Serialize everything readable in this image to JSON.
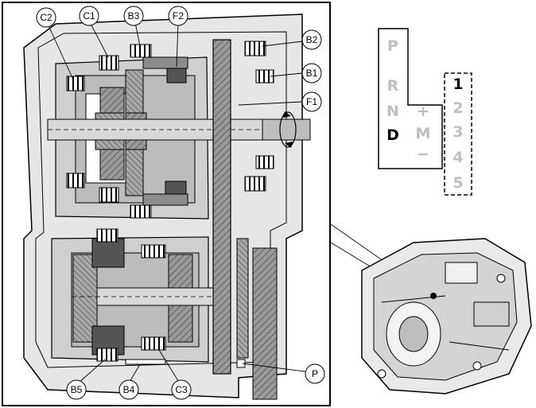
{
  "diagram": {
    "components": {
      "C2": "C2",
      "C1": "C1",
      "B3": "B3",
      "F2": "F2",
      "B2": "B2",
      "B1": "B1",
      "F1": "F1",
      "P": "P",
      "B5": "B5",
      "B4": "B4",
      "C3": "C3"
    },
    "selector": {
      "positions": [
        "P",
        "R",
        "N",
        "D"
      ],
      "active_position": "D",
      "plus": "+",
      "manual": "M",
      "minus": "−",
      "gears": [
        "1",
        "2",
        "3",
        "4",
        "5"
      ]
    },
    "colors": {
      "light_gray": "#e6e6e6",
      "mid_gray": "#b4b4b4",
      "dark_gray": "#6e6e6e",
      "line": "#000000",
      "selector_faded": "#bfbfbf"
    },
    "icons": [
      "rotation-arrow-icon",
      "gearbox-illustration"
    ]
  }
}
